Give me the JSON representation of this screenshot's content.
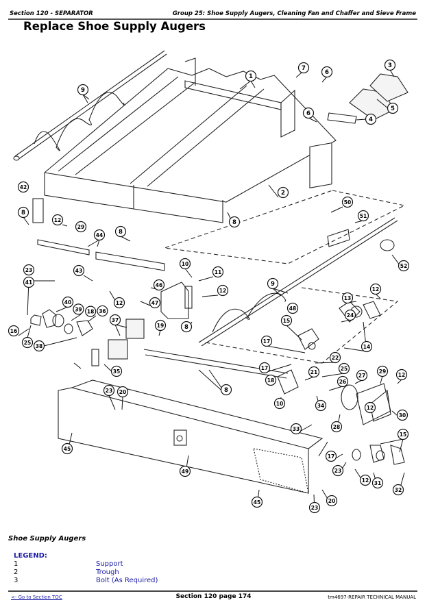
{
  "header": {
    "section": "Section 120 - SEPARATOR",
    "group": "Group 25: Shoe Supply Augers, Cleaning Fan and Chaffer and Sieve Frame",
    "title": "Replace Shoe Supply Augers"
  },
  "diagram": {
    "callouts": [
      "1",
      "2",
      "3",
      "4",
      "5",
      "6",
      "6",
      "7",
      "8",
      "8",
      "8",
      "8",
      "8",
      "9",
      "9",
      "10",
      "10",
      "11",
      "12",
      "12",
      "12",
      "12",
      "12",
      "12",
      "12",
      "13",
      "14",
      "15",
      "15",
      "16",
      "17",
      "17",
      "17",
      "18",
      "18",
      "19",
      "20",
      "20",
      "21",
      "22",
      "23",
      "23",
      "23",
      "23",
      "24",
      "25",
      "25",
      "26",
      "27",
      "28",
      "29",
      "29",
      "30",
      "31",
      "32",
      "33",
      "34",
      "35",
      "36",
      "37",
      "38",
      "39",
      "40",
      "41",
      "42",
      "43",
      "44",
      "45",
      "45",
      "46",
      "47",
      "48",
      "49",
      "50",
      "51",
      "52"
    ]
  },
  "caption": "Shoe Supply Augers",
  "legend": {
    "title": "LEGEND:",
    "items": [
      {
        "num": "1",
        "desc": "Support"
      },
      {
        "num": "2",
        "desc": "Trough"
      },
      {
        "num": "3",
        "desc": "Bolt (As Required)"
      }
    ]
  },
  "footer": {
    "toc_link": "<- Go to Section TOC",
    "page": "Section 120 page 174",
    "manual": "tm4697-REPAIR TECHNICAL MANUAL"
  },
  "colors": {
    "legend_text": "#1a1aa6",
    "rule": "#555555"
  }
}
